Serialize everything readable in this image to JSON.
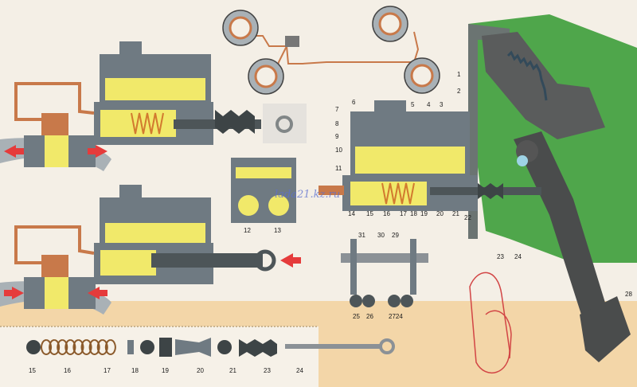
{
  "watermark": "lada21.kz.ru",
  "colors": {
    "background": "#f4efe6",
    "bottom_band": "#f3d6a8",
    "cylinder_body": "#6f7a82",
    "fluid": "#f1e96a",
    "pedal": "#4a4c4c",
    "vehicle_panel": "#4fa64b",
    "pipe": "#c8794a",
    "arrow": "#e53b3b"
  },
  "part_labels": {
    "l1": "1",
    "l2": "2",
    "l3": "3",
    "l4": "4",
    "l5": "5",
    "l6": "6",
    "l7": "7",
    "l8": "8",
    "l9": "9",
    "l10": "10",
    "l11": "11",
    "l12": "12",
    "l13": "13",
    "l14": "14",
    "l15": "15",
    "l16": "16",
    "l17": "17",
    "l18": "18",
    "l19": "19",
    "l20": "20",
    "l21": "21",
    "l22": "22",
    "l23": "23",
    "l24": "24",
    "l25": "25",
    "l26": "26",
    "l27": "27",
    "l28": "28",
    "l29": "29",
    "l30": "30",
    "l31": "31"
  },
  "pin_labels": {
    "l31": "31",
    "l30": "30",
    "l29": "29",
    "l25": "25",
    "l26": "26",
    "l27_24": "2724"
  },
  "exploded_labels": {
    "e15": "15",
    "e16": "16",
    "e17": "17",
    "e18": "18",
    "e19": "19",
    "e20": "20",
    "e21": "21",
    "e23": "23",
    "e24": "24"
  }
}
